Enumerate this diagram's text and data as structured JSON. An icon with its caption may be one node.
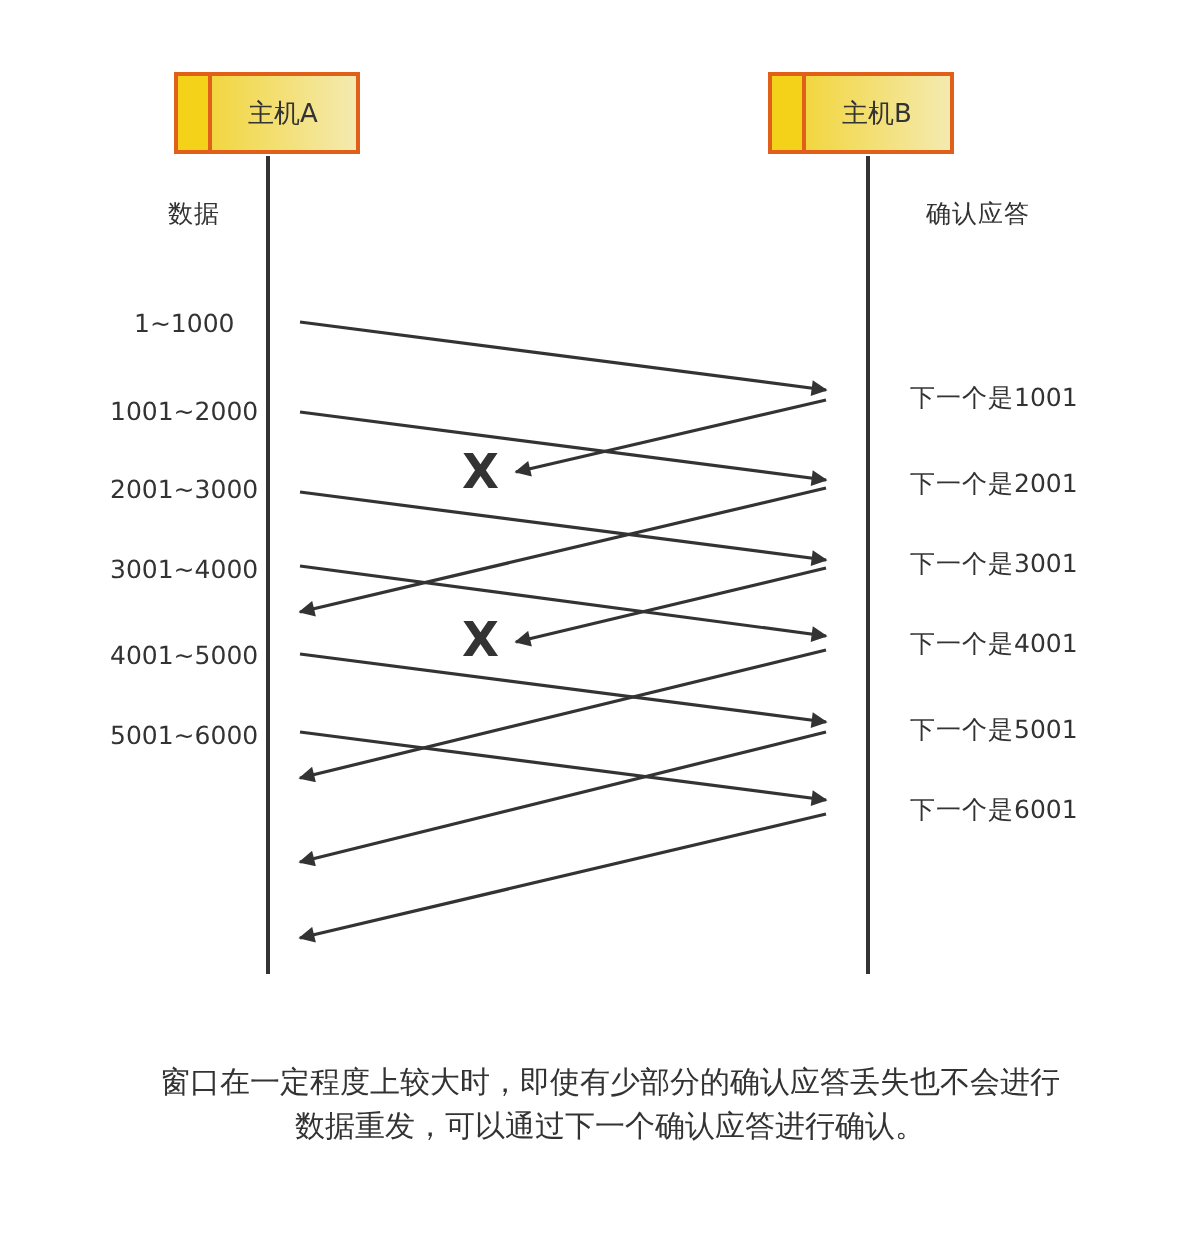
{
  "diagram": {
    "caption": "窗口在一定程度上较大时，即使有少部分的确认应答丢失也不会进行数据重发，可以通过下一个确认应答进行确认。",
    "nodes": [
      {
        "text": [
          "主机A"
        ]
      },
      {
        "text": [
          "主机B"
        ]
      },
      {
        "text": [
          "X"
        ]
      },
      {
        "text": [
          "X"
        ]
      }
    ],
    "edges": [
      {
        "from": 0,
        "to": 1,
        "arrow": "to",
        "label": "1~1000"
      },
      {
        "from": 1,
        "to": 2,
        "arrow": "to",
        "label": "下一个是1001"
      },
      {
        "from": 0,
        "to": 1,
        "arrow": "to",
        "label": "1001~2000"
      },
      {
        "from": 1,
        "to": 0,
        "arrow": "to",
        "label": "下一个是2001"
      },
      {
        "from": 0,
        "to": 1,
        "arrow": "to",
        "label": "2001~3000"
      },
      {
        "from": 1,
        "to": 3,
        "arrow": "to",
        "label": "下一个是3001"
      },
      {
        "from": 0,
        "to": 1,
        "arrow": "to",
        "label": "3001~4000"
      },
      {
        "from": 1,
        "to": 0,
        "arrow": "to",
        "label": "下一个是4001"
      },
      {
        "from": 0,
        "to": 1,
        "arrow": "to",
        "label": "4001~5000"
      },
      {
        "from": 1,
        "to": 0,
        "arrow": "to",
        "label": "下一个是5001"
      },
      {
        "from": 0,
        "to": 1,
        "arrow": "to",
        "label": "5001~6000"
      },
      {
        "from": 1,
        "to": 0,
        "arrow": "to",
        "label": "下一个是6001"
      }
    ],
    "labels": [
      "数据",
      "确认应答"
    ]
  }
}
